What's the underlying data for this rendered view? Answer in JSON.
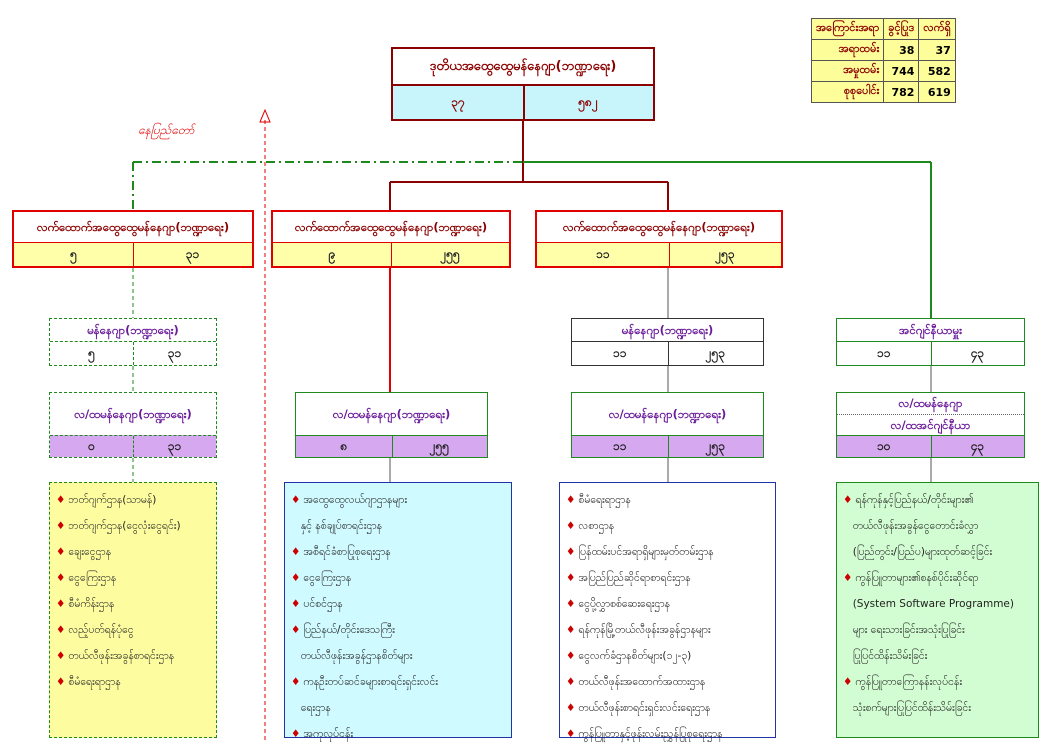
{
  "summary": {
    "headers": [
      "အကြောင်းအရာ",
      "ခွင့်ပြုဒ",
      "လက်ရှိ"
    ],
    "rows": [
      {
        "label": "အရာထမ်း",
        "a": "38",
        "b": "37"
      },
      {
        "label": "အမှုထမ်း",
        "a": "744",
        "b": "582"
      },
      {
        "label": "စုစုပေါင်း",
        "a": "782",
        "b": "619"
      }
    ]
  },
  "top": {
    "title": "ဒုတိယအထွေထွေမန်နေဂျာ(ဘဏ္ဍာရေး)",
    "v1": "၃၇",
    "v2": "၅၈၂"
  },
  "naypyidaw_label": "နေပြည်တော်",
  "level2": [
    {
      "title": "လက်ထောက်အထွေထွေမန်နေဂျာ(ဘဏ္ဍာရေး)",
      "v1": "၅",
      "v2": "၃၁"
    },
    {
      "title": "လက်ထောက်အထွေထွေမန်နေဂျာ(ဘဏ္ဍာရေး)",
      "v1": "၉",
      "v2": "၂၅၅"
    },
    {
      "title": "လက်ထောက်အထွေထွေမန်နေဂျာ(ဘဏ္ဍာရေး)",
      "v1": "၁၁",
      "v2": "၂၅၃"
    }
  ],
  "level3": [
    {
      "title": "မန်နေဂျာ(ဘဏ္ဍာရေး)",
      "v1": "၅",
      "v2": "၃၁"
    },
    {
      "title": "မန်နေဂျာ(ဘဏ္ဍာရေး)",
      "v1": "၁၁",
      "v2": "၂၅၃"
    },
    {
      "title": "အင်ဂျင်နီယာမှူး",
      "v1": "၁၁",
      "v2": "၄၃"
    }
  ],
  "level4": [
    {
      "title": "လ/ထမန်နေဂျာ(ဘဏ္ဍာရေး)",
      "v1": "၀",
      "v2": "၃၁"
    },
    {
      "title": "လ/ထမန်နေဂျာ(ဘဏ္ဍာရေး)",
      "v1": "၈",
      "v2": "၂၅၅"
    },
    {
      "title": "လ/ထမန်နေဂျာ(ဘဏ္ဍာရေး)",
      "v1": "၁၁",
      "v2": "၂၅၃"
    },
    {
      "title": "လ/ထမန်နေဂျာ",
      "title2": "လ/ထအင်ဂျင်နီယာ",
      "v1": "၁၀",
      "v2": "၄၃"
    }
  ],
  "lists": [
    [
      "ဘတ်ဂျက်ဌာန(သာမန်)",
      "ဘတ်ဂျက်ဌာန(ငွေလုံးငွေရင်း)",
      "ချေးငွေဌာန",
      "ငွေကြေးဌာန",
      "စီမံကိန်းဌာန",
      "လည့်ပတ်ရန်ပုံငွေ",
      "တယ်လီဖုန်းအခွန်စာရင်းဌာန",
      "စီမံရေးရာဌာန"
    ],
    [
      "အထွေထွေလယ်ဂျာဌာနများ",
      "နှင့် နစ်ချုပ်စာရင်းဌာန",
      "အစီရင်ခံစာပြုစုရေးဌာန",
      "ငွေကြေးဌာန",
      "ပင်စင်ဌာန",
      "ပြည်နယ်/တိုင်းဒေသကြီး",
      "တယ်လီဖုန်းအခွန်ဌာနစိတ်များ",
      "ကနဦးတပ်ဆင်ခများစာရင်းရှင်းလင်း",
      "ရေးဌာန",
      "အကုလုပ်ငန်း"
    ],
    [
      "စီမံရေးရာဌာန",
      "လစာဌာန",
      "ပြန်ထမ်းပင်အရာရှိများမှတ်တမ်းဌာန",
      "အပြည်ပြည်ဆိုင်ရာစာရင်းဌာန",
      "ငွေပို့လွှာစစ်ဆေးရေးဌာန",
      "ရန်ကုန်မြို့တယ်လီဖုန်းအခွန်ဌာနများ",
      "ငွေလက်ခံဌာနစိတ်များ(၁၂-၃)",
      "တယ်လီဖုန်းအထောက်အထားဌာန",
      "တယ်လီဖုန်းစာရင်းရှင်းလင်းရေးဌာန",
      "ကွန်ပြူတာနှင့်ဖုန်းလမ်းညွှန်ပြုစုရေးဌာန"
    ],
    [
      "ရန်ကုန်နှင့်ပြည်နယ်/တိုင်းများ၏",
      "တယ်လီဖုန်းအခွန်ငွေတောင်းခံလွှာ",
      "(ပြည်တွင်း/ပြည်ပ)များထုတ်ဆင့်ခြင်း",
      "ကွန်ပြူတာများ၏စနစ်ပိုင်းဆိုင်ရာ",
      "(System Software Programme)",
      "များ ရေးသားခြင်းအသုံးပြုခြင်း",
      "ပြုပြင်ထိန်းသိမ်းခြင်း",
      "ကွန်ပြူတာကြောနန်းလုပ်ငန်း",
      "သုံးစက်များပြုပြင်ထိန်းသိမ်းခြင်း"
    ]
  ],
  "list_bullets": [
    [
      0,
      1,
      2,
      3,
      4,
      5,
      6,
      7
    ],
    [
      0,
      2,
      3,
      4,
      5,
      7,
      9
    ],
    [
      0,
      1,
      2,
      3,
      4,
      5,
      6,
      7,
      8,
      9
    ],
    [
      0,
      3,
      7
    ]
  ],
  "colors": {
    "dark_red": "#8b0000",
    "red": "#e00000",
    "green": "#1e8a1e",
    "light_cyan": "#c8f4fb",
    "light_yellow": "#ffffaa",
    "light_purple": "#d6a8f0",
    "list_yellow": "#fdfda0",
    "list_cyan": "#cffaff",
    "list_green": "#d2fdd2"
  }
}
